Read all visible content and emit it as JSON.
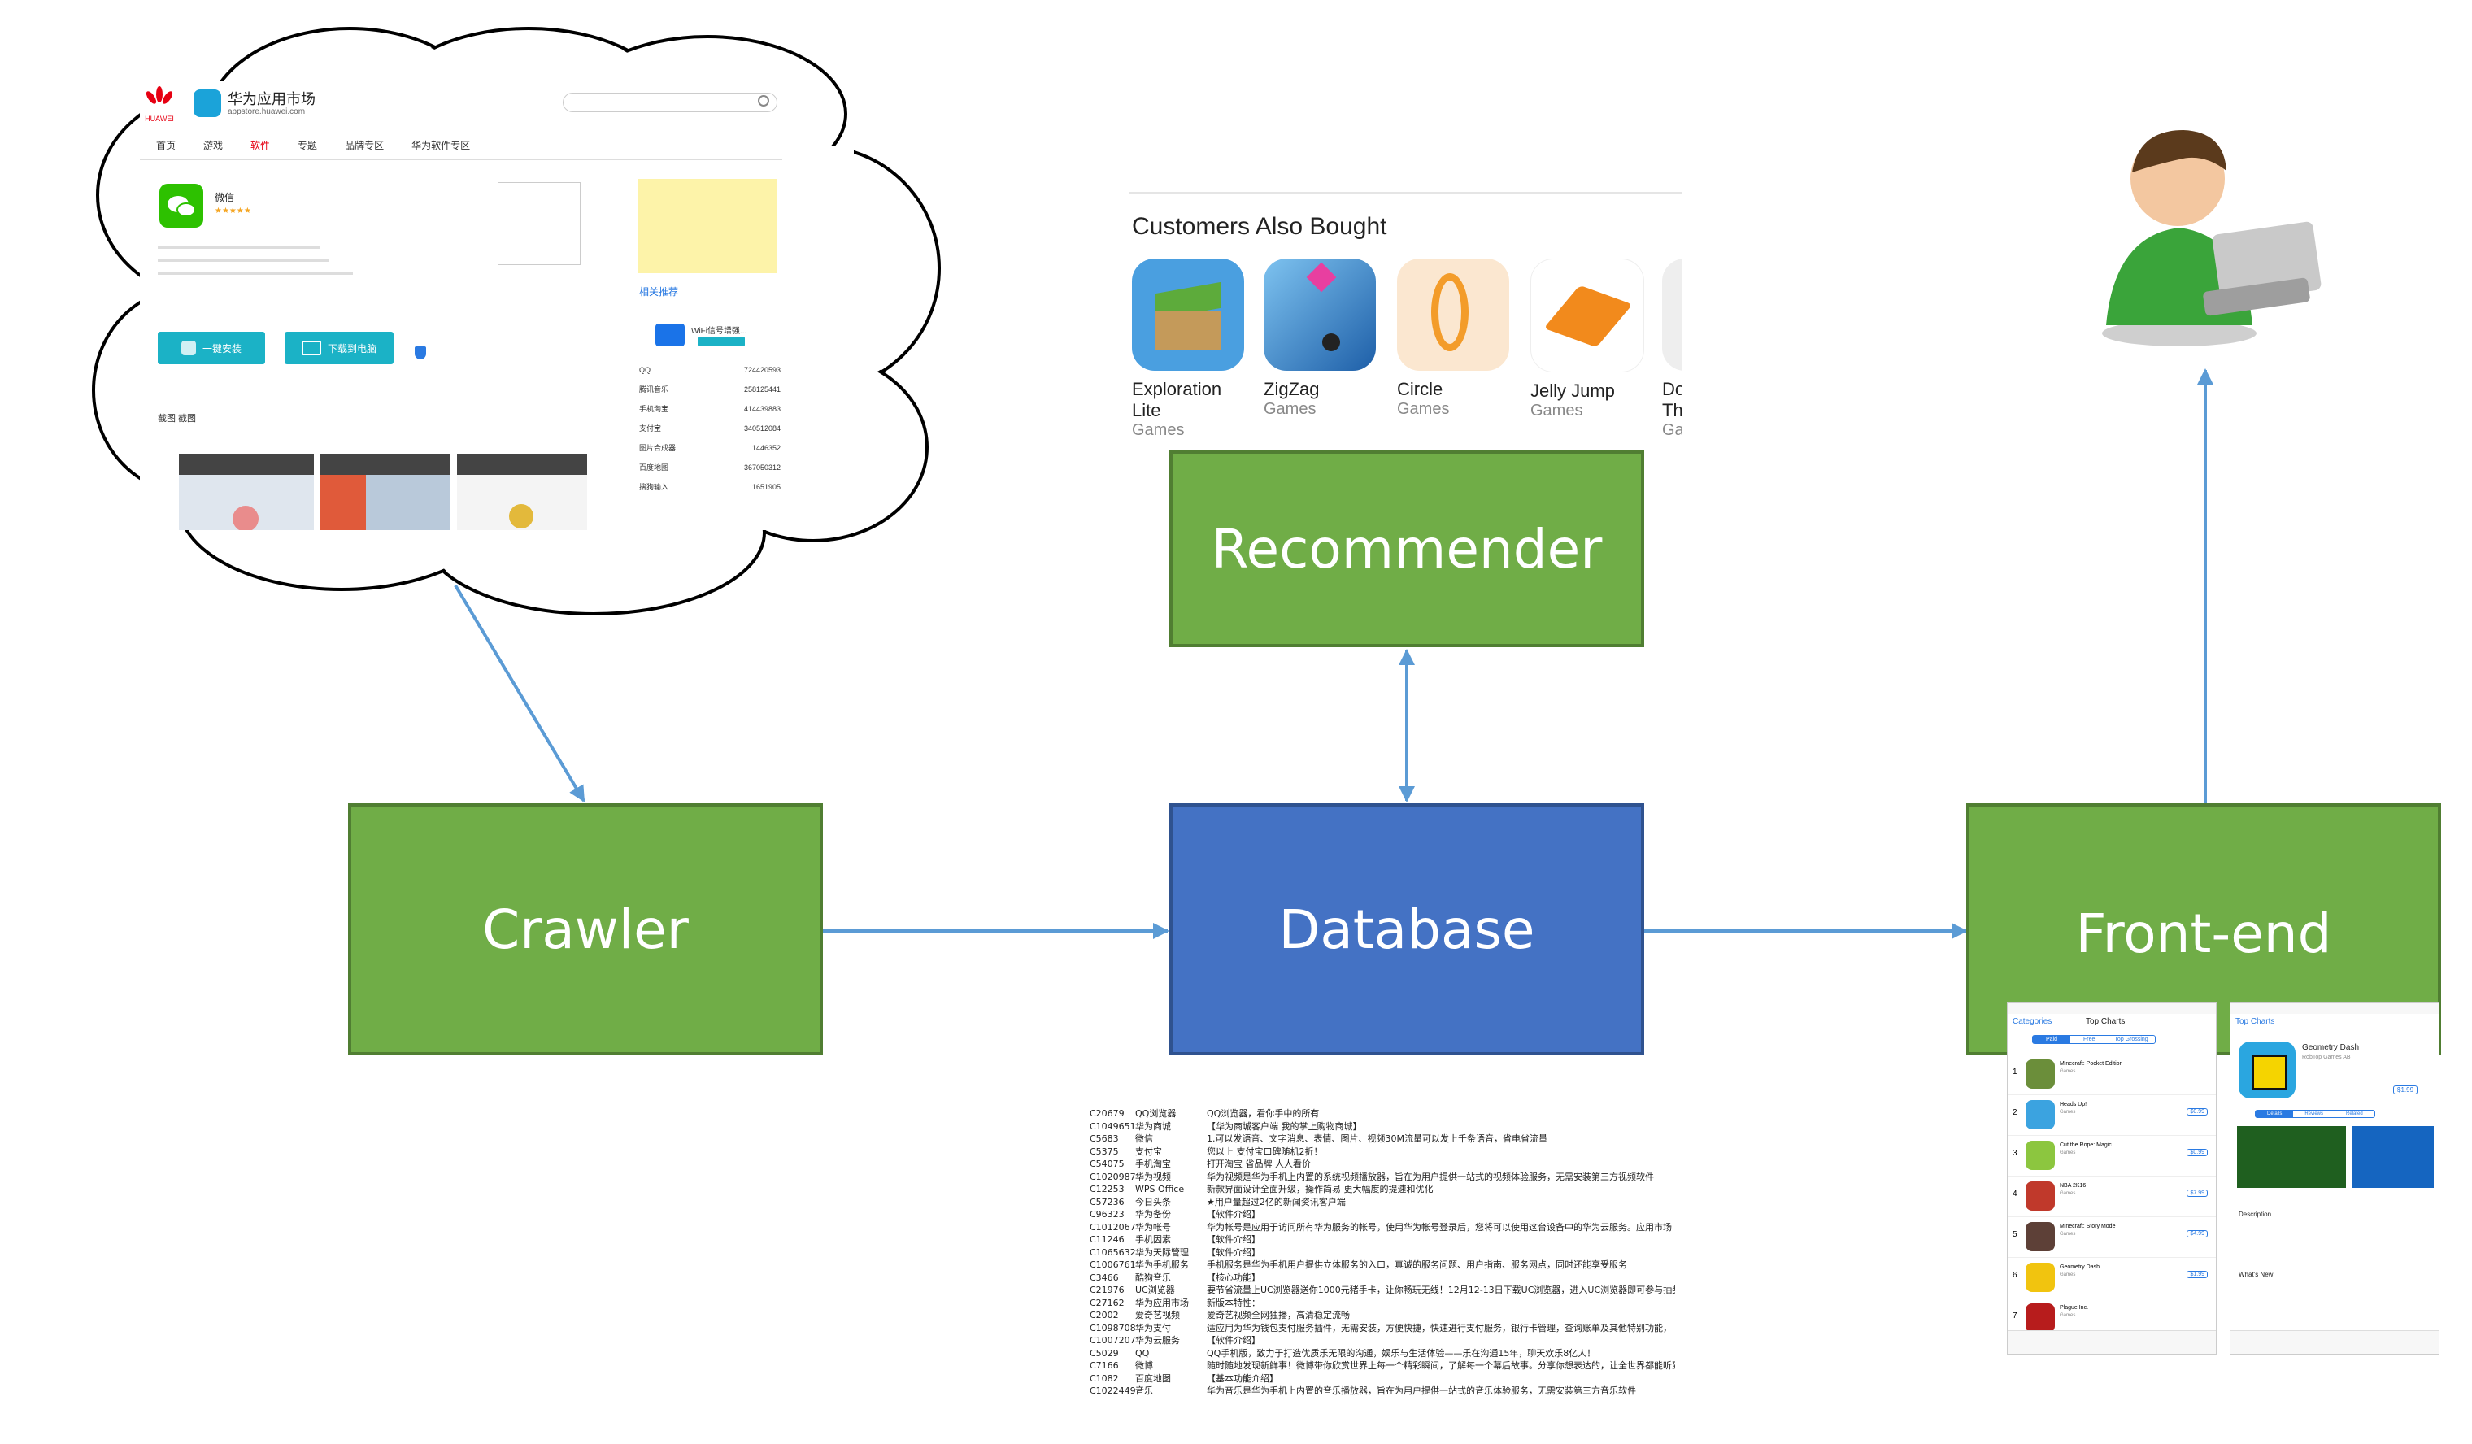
{
  "boxes": {
    "crawler": "Crawler",
    "database": "Database",
    "recommender": "Recommender",
    "frontend": "Front-end"
  },
  "store_page": {
    "brand": "HUAWEI",
    "app_title": "华为应用市场",
    "app_domain": "appstore.huawei.com",
    "nav": [
      "首页",
      "游戏",
      "软件",
      "专题",
      "品牌专区",
      "华为软件专区"
    ],
    "app_name": "微信",
    "install_button": "一键安装",
    "download_pc_button": "下载到电脑",
    "related_heading": "相关推荐",
    "screenshots_heading": "截图 截图",
    "related_top_item": "WiFi信号增强...",
    "related_items": [
      "QQ",
      "腾讯音乐",
      "手机淘宝",
      "支付宝",
      "图片合成器",
      "百度地图",
      "搜狗输入"
    ],
    "related_counts": [
      "724420593",
      "258125441",
      "414439883",
      "340512084",
      "1446352",
      "367050312",
      "1651905"
    ]
  },
  "recommendation_strip": {
    "heading": "Customers Also Bought",
    "apps": [
      {
        "name": "Exploration Lite",
        "category": "Games",
        "icon": "exploration-lite-app-icon"
      },
      {
        "name": "ZigZag",
        "category": "Games",
        "icon": "zigzag-app-icon"
      },
      {
        "name": "Circle",
        "category": "Games",
        "icon": "circle-app-icon"
      },
      {
        "name": "Jelly Jump",
        "category": "Games",
        "icon": "jelly-jump-app-icon"
      },
      {
        "name": "Dor The",
        "category": "Gar",
        "icon": "partial-app-icon"
      }
    ]
  },
  "db_sample": {
    "ids": [
      "C20679",
      "C1049651",
      "C5683",
      "C5375",
      "C54075",
      "C1020987",
      "C12253",
      "C57236",
      "C96323",
      "C1012067",
      "C11246",
      "C1065632",
      "C1006761",
      "C3466",
      "C21976",
      "C27162",
      "C2002",
      "C1098708",
      "C1007207",
      "C5029",
      "C7166",
      "C1082",
      "C1022449"
    ],
    "names": [
      "QQ浏览器",
      "华为商城",
      "微信",
      "支付宝",
      "手机淘宝",
      "华为视频",
      "WPS Office",
      "今日头条",
      "华为备份",
      "华为帐号",
      "手机因素",
      "华为天际管理",
      "华为手机服务",
      "酷狗音乐",
      "UC浏览器",
      "华为应用市场",
      "爱奇艺视频",
      "华为支付",
      "华为云服务",
      "QQ",
      "微博",
      "百度地图",
      "音乐"
    ],
    "descriptions": [
      "QQ浏览器，看你手中的所有",
      "【华为商城客户端 我的掌上购物商城】",
      "1.可以发语音、文字消息、表情、图片、视频30M流量可以发上千条语音，省电省流量",
      "您以上 支付宝口碑随机2折！",
      "打开淘宝 省品牌 人人看价",
      "华为视频是华为手机上内置的系统视频播放器，旨在为用户提供一站式的视频体验服务，无需安装第三方视频软件",
      "新款界面设计全面升级，操作简易 更大幅度的提速和优化",
      "★用户量超过2亿的新闻资讯客户端",
      "【软件介绍】",
      "华为帐号是应用于访问所有华为服务的帐号，使用华为帐号登录后，您将可以使用这台设备中的华为云服务。应用市场",
      "【软件介绍】",
      "【软件介绍】",
      "手机服务是华为手机用户提供立体服务的入口，真诚的服务问题、用户指南、服务网点，同时还能享受服务",
      "【核心功能】",
      "要节省流量上UC浏览器送你1000元猪手卡，让你畅玩无线！12月12-13日下载UC浏览器，进入UC浏览器即可参与抽奖",
      "新版本特性：",
      "爱奇艺视频全网独播，高清稳定流畅",
      "适应用为华为钱包支付服务插件，无需安装，方便快捷，快速进行支付服务，银行卡管理，查询账单及其他特别功能，",
      "【软件介绍】",
      "QQ手机版，致力于打造优质乐无限的沟通，娱乐与生活体验——乐在沟通15年，聊天欢乐8亿人！",
      "随时随地发现新鲜事！微博带你欣赏世界上每一个精彩瞬间，了解每一个幕后故事。分享你想表达的，让全世界都能听到你的声音",
      "【基本功能介绍】",
      "华为音乐是华为手机上内置的音乐播放器，旨在为用户提供一站式的音乐体验服务，无需安装第三方音乐软件"
    ]
  },
  "phone_screens": {
    "left_title": "Top Charts",
    "left_back": "Categories",
    "left_tabs": [
      "Paid",
      "Free",
      "Top Grossing"
    ],
    "left_items": [
      {
        "rank": "1",
        "name": "Minecraft: Pocket Edition",
        "category": "Games",
        "price": ""
      },
      {
        "rank": "2",
        "name": "Heads Up!",
        "category": "Games",
        "price": "$0.99"
      },
      {
        "rank": "3",
        "name": "Cut the Rope: Magic",
        "category": "Games",
        "price": "$0.99"
      },
      {
        "rank": "4",
        "name": "NBA 2K16",
        "category": "Games",
        "price": "$7.99"
      },
      {
        "rank": "5",
        "name": "Minecraft: Story Mode",
        "category": "Games",
        "price": "$4.99"
      },
      {
        "rank": "6",
        "name": "Geometry Dash",
        "category": "Games",
        "price": "$1.99"
      },
      {
        "rank": "7",
        "name": "Plague Inc.",
        "category": "Games",
        "price": ""
      }
    ],
    "right_back": "Top Charts",
    "right_app": "Geometry Dash",
    "right_dev": "RobTop Games AB",
    "right_price": "$1.99",
    "right_segments": [
      "Details",
      "Reviews",
      "Related"
    ],
    "right_desc_heading": "Description",
    "right_whatsnew": "What's New"
  },
  "colors": {
    "green_fill": "#70ad47",
    "green_border": "#507e32",
    "blue_fill": "#4472c4",
    "blue_border": "#2f528f",
    "arrow": "#5b9bd5"
  }
}
